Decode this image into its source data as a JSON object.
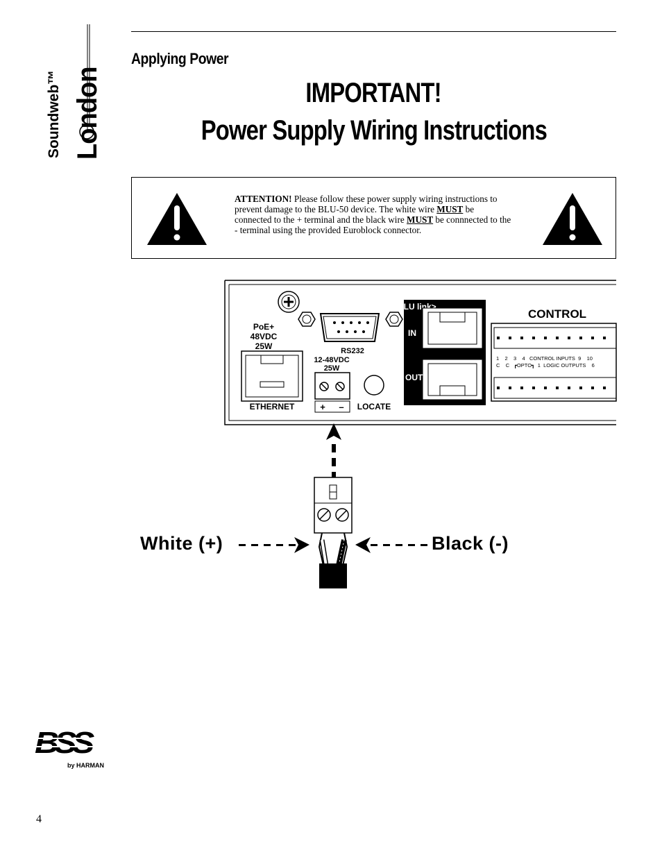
{
  "brand": {
    "soundweb": "Soundweb™",
    "london": "London"
  },
  "header": {
    "section_title": "Applying Power",
    "title_line1": "IMPORTANT!",
    "title_line2": "Power Supply Wiring Instructions"
  },
  "attention": {
    "lead": "ATTENTION!",
    "text1": " Please follow these power supply wiring instructions to prevent damage to the BLU-50 device. The white wire ",
    "must1": "MUST",
    "text2": " be connected to the + terminal and the black wire ",
    "must2": "MUST",
    "text3": " be connnected to the - terminal using the provided Euroblock connector."
  },
  "device": {
    "poe": "PoE+",
    "poe_v": "48VDC",
    "poe_w": "25W",
    "ethernet": "ETHERNET",
    "rs232": "RS232",
    "dc_v": "12-48VDC",
    "dc_w": "25W",
    "plus": "+",
    "minus": "–",
    "locate": "LOCATE",
    "blu_link": ">BLU link>",
    "in": "IN",
    "out": "OUT",
    "control": "CONTROL",
    "ctrl_row1": "1    2    3    4   CONTROL INPUTS  9    10",
    "ctrl_row2": "C    C   ┏OPTO┓  1  LOGIC OUTPUTS    6"
  },
  "wiring": {
    "white_label": "White (+)",
    "black_label": "Black (-)"
  },
  "logo": {
    "mark": "BSS",
    "by": "by HARMAN"
  },
  "page_number": "4"
}
